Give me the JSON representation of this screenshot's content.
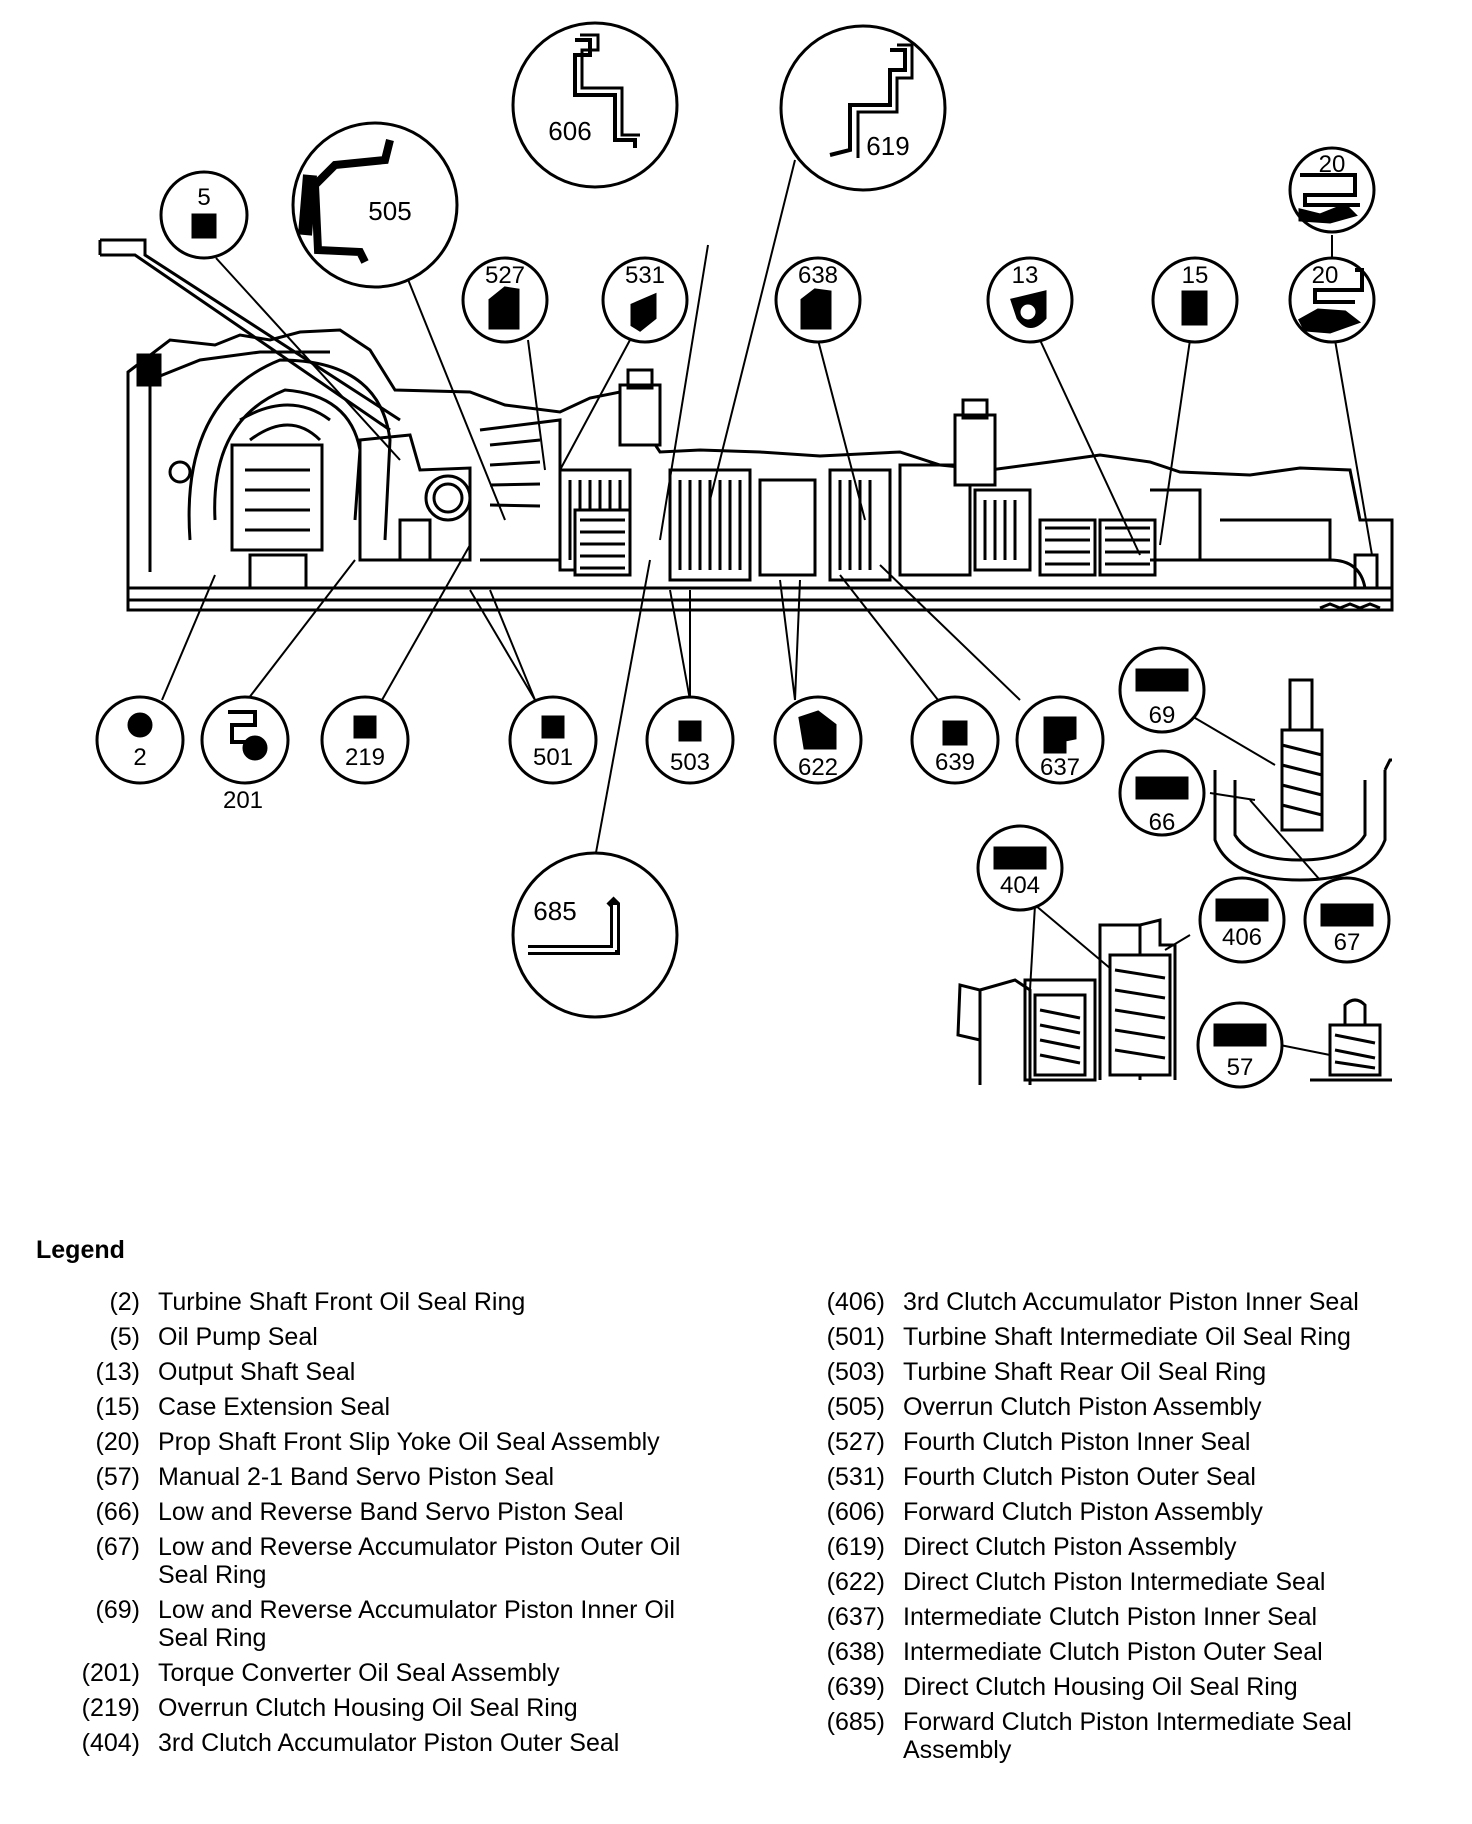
{
  "callouts": {
    "c2": "2",
    "c5": "5",
    "c13": "13",
    "c15": "15",
    "c20a": "20",
    "c20b": "20",
    "c57": "57",
    "c66": "66",
    "c67": "67",
    "c69": "69",
    "c201": "201",
    "c219": "219",
    "c404": "404",
    "c406": "406",
    "c501": "501",
    "c503": "503",
    "c505": "505",
    "c527": "527",
    "c531": "531",
    "c606": "606",
    "c619": "619",
    "c622": "622",
    "c637": "637",
    "c638": "638",
    "c639": "639",
    "c685": "685"
  },
  "legend": {
    "title": "Legend",
    "left": [
      {
        "num": "(2)",
        "desc": "Turbine Shaft Front Oil Seal Ring"
      },
      {
        "num": "(5)",
        "desc": "Oil Pump Seal"
      },
      {
        "num": "(13)",
        "desc": "Output Shaft Seal"
      },
      {
        "num": "(15)",
        "desc": "Case Extension Seal"
      },
      {
        "num": "(20)",
        "desc": "Prop Shaft Front Slip Yoke Oil Seal Assembly"
      },
      {
        "num": "(57)",
        "desc": "Manual 2-1 Band Servo Piston Seal"
      },
      {
        "num": "(66)",
        "desc": "Low and Reverse Band Servo Piston Seal"
      },
      {
        "num": "(67)",
        "desc": "Low and Reverse Accumulator Piston Outer Oil Seal Ring"
      },
      {
        "num": "(69)",
        "desc": "Low and Reverse Accumulator Piston Inner Oil Seal Ring"
      },
      {
        "num": "(201)",
        "desc": "Torque Converter Oil Seal Assembly"
      },
      {
        "num": "(219)",
        "desc": "Overrun Clutch Housing Oil Seal Ring"
      },
      {
        "num": "(404)",
        "desc": "3rd Clutch Accumulator Piston Outer Seal"
      }
    ],
    "right": [
      {
        "num": "(406)",
        "desc": "3rd Clutch Accumulator Piston Inner Seal"
      },
      {
        "num": "(501)",
        "desc": "Turbine Shaft Intermediate Oil Seal Ring"
      },
      {
        "num": "(503)",
        "desc": "Turbine Shaft Rear Oil Seal Ring"
      },
      {
        "num": "(505)",
        "desc": "Overrun Clutch Piston Assembly"
      },
      {
        "num": "(527)",
        "desc": "Fourth Clutch Piston Inner Seal"
      },
      {
        "num": "(531)",
        "desc": "Fourth Clutch Piston Outer Seal"
      },
      {
        "num": "(606)",
        "desc": "Forward Clutch Piston Assembly"
      },
      {
        "num": "(619)",
        "desc": "Direct Clutch Piston Assembly"
      },
      {
        "num": "(622)",
        "desc": "Direct Clutch Piston Intermediate Seal"
      },
      {
        "num": "(637)",
        "desc": "Intermediate Clutch Piston Inner Seal"
      },
      {
        "num": "(638)",
        "desc": "Intermediate Clutch Piston Outer Seal"
      },
      {
        "num": "(639)",
        "desc": "Direct Clutch Housing Oil Seal Ring"
      },
      {
        "num": "(685)",
        "desc": "Forward Clutch Piston Intermediate Seal Assembly"
      }
    ]
  }
}
